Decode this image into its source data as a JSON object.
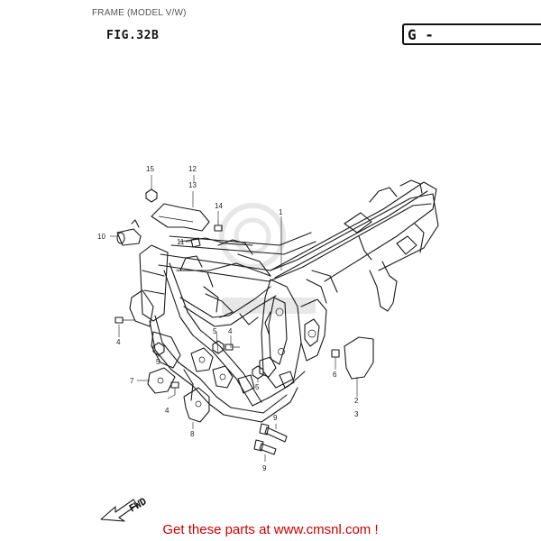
{
  "header": {
    "title": "FRAME (MODEL V/W)",
    "figure": "FIG.32B",
    "group_code": "G -"
  },
  "diagram": {
    "callouts": [
      {
        "id": "c1",
        "label": "1"
      },
      {
        "id": "c2",
        "label": "2"
      },
      {
        "id": "c3",
        "label": "3"
      },
      {
        "id": "c4a",
        "label": "4"
      },
      {
        "id": "c4b",
        "label": "4"
      },
      {
        "id": "c4c",
        "label": "4"
      },
      {
        "id": "c5a",
        "label": "5"
      },
      {
        "id": "c5b",
        "label": "5"
      },
      {
        "id": "c5c",
        "label": "5"
      },
      {
        "id": "c6",
        "label": "6"
      },
      {
        "id": "c7",
        "label": "7"
      },
      {
        "id": "c8",
        "label": "8"
      },
      {
        "id": "c9a",
        "label": "9"
      },
      {
        "id": "c9b",
        "label": "9"
      },
      {
        "id": "c10",
        "label": "10"
      },
      {
        "id": "c11",
        "label": "11"
      },
      {
        "id": "c12",
        "label": "12"
      },
      {
        "id": "c13",
        "label": "13"
      },
      {
        "id": "c14",
        "label": "14"
      },
      {
        "id": "c15",
        "label": "15"
      }
    ],
    "direction_label": "FWD"
  },
  "footer": {
    "promo_text": "Get these parts at www.cmsnl.com !",
    "promo_color": "#cc0000"
  }
}
